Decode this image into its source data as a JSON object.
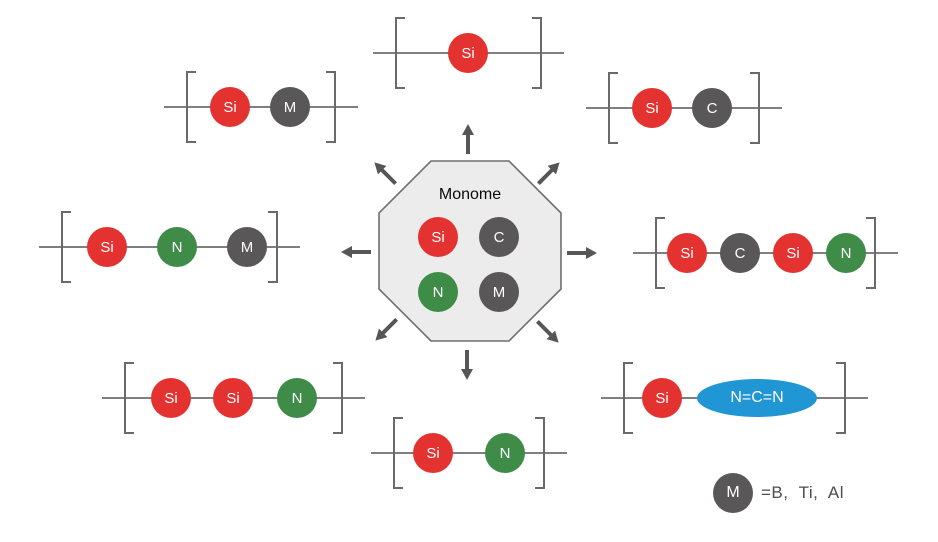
{
  "colors": {
    "red": "#e43230",
    "green": "#3e8c48",
    "gray": "#595757",
    "blue": "#2196d5",
    "octagon_fill": "#ececec",
    "octagon_stroke": "#6f6f6f",
    "line": "#7f7f7f",
    "bracket": "#6a6a6a",
    "arrow": "#565656"
  },
  "monomer": {
    "label": "Monome",
    "atoms": [
      {
        "label": "Si",
        "color": "red"
      },
      {
        "label": "C",
        "color": "gray"
      },
      {
        "label": "N",
        "color": "green"
      },
      {
        "label": "M",
        "color": "gray"
      }
    ]
  },
  "structures": [
    {
      "id": "si",
      "atoms": [
        {
          "label": "Si",
          "color": "red"
        }
      ]
    },
    {
      "id": "si-m",
      "atoms": [
        {
          "label": "Si",
          "color": "red"
        },
        {
          "label": "M",
          "color": "gray"
        }
      ]
    },
    {
      "id": "si-c",
      "atoms": [
        {
          "label": "Si",
          "color": "red"
        },
        {
          "label": "C",
          "color": "gray"
        }
      ]
    },
    {
      "id": "si-n-m",
      "atoms": [
        {
          "label": "Si",
          "color": "red"
        },
        {
          "label": "N",
          "color": "green"
        },
        {
          "label": "M",
          "color": "gray"
        }
      ]
    },
    {
      "id": "si-c-si-n",
      "atoms": [
        {
          "label": "Si",
          "color": "red"
        },
        {
          "label": "C",
          "color": "gray"
        },
        {
          "label": "Si",
          "color": "red"
        },
        {
          "label": "N",
          "color": "green"
        }
      ]
    },
    {
      "id": "si-si-n",
      "atoms": [
        {
          "label": "Si",
          "color": "red"
        },
        {
          "label": "Si",
          "color": "red"
        },
        {
          "label": "N",
          "color": "green"
        }
      ]
    },
    {
      "id": "si-n",
      "atoms": [
        {
          "label": "Si",
          "color": "red"
        },
        {
          "label": "N",
          "color": "green"
        }
      ]
    },
    {
      "id": "si-ncn",
      "atoms": [
        {
          "label": "Si",
          "color": "red"
        },
        {
          "label": "N=C=N",
          "color": "blue",
          "shape": "ellipse"
        }
      ]
    }
  ],
  "arrows": [
    "up",
    "up-right",
    "right",
    "down-right",
    "down",
    "down-left",
    "left",
    "up-left"
  ],
  "legend": {
    "symbol": "M",
    "text": "=B,  Ti,  Al"
  }
}
